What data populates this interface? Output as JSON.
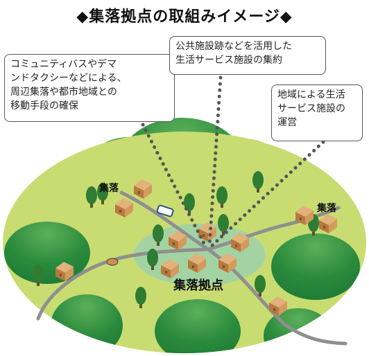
{
  "title": "◆集落拠点の取組みイメージ◆",
  "callouts": {
    "transport": "コミュニティバスやデマ\nンドタクシーなどによる、\n周辺集落や都市地域との\n移動手段の確保",
    "facilities": "公共施設跡などを活用した\n生活サービス施設の集約",
    "operation": "地域による生活\nサービス施設の\n運営"
  },
  "map_labels": {
    "village_left": "集落",
    "village_right": "集落",
    "hub": "集落拠点"
  },
  "colors": {
    "ground": "#c8dc72",
    "hub_area": "#9fd2a9",
    "hill_dark": "#1f7d36",
    "hill_light": "#5cb05a",
    "road": "#8f8f8f",
    "house": "#c98c4a",
    "dots": "#555555"
  },
  "icons": [
    "bus-icon",
    "car-icon",
    "house-icon",
    "tree-icon"
  ]
}
